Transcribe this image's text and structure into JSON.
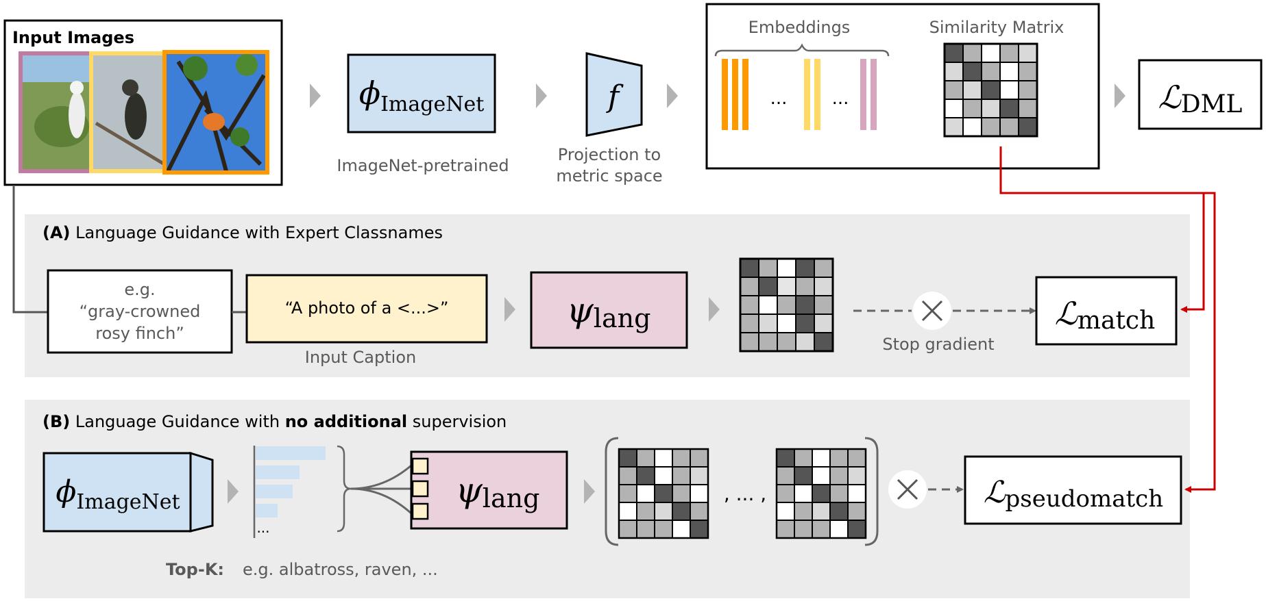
{
  "input_images": {
    "title": "Input Images"
  },
  "top": {
    "phi": {
      "symbol": "ϕ",
      "sub": "ImageNet",
      "caption": "ImageNet-pretrained"
    },
    "f": {
      "symbol": "f",
      "caption_line1": "Projection to",
      "caption_line2": "metric space"
    },
    "embeddings_label": "Embeddings",
    "ellipsis1": "...",
    "ellipsis2": "...",
    "similarity_label": "Similarity Matrix",
    "loss": {
      "script": "ℒ",
      "sub": "DML"
    }
  },
  "section_a": {
    "label_bold": "(A)",
    "label_text": " Language Guidance with Expert Classnames",
    "example_line1": "e.g.",
    "example_line2": "“gray-crowned",
    "example_line3": "rosy finch”",
    "caption_text": "“A photo of a <...>”",
    "caption_label": "Input Caption",
    "psi": {
      "symbol": "ψ",
      "sub": "lang"
    },
    "stop_label": "Stop gradient",
    "loss": {
      "script": "ℒ",
      "sub": "match"
    }
  },
  "section_b": {
    "label_bold1": "(B)",
    "label_text1": " Language Guidance with ",
    "label_bold2": "no additional",
    "label_text2": " supervision",
    "phi": {
      "symbol": "ϕ",
      "sub": "ImageNet"
    },
    "bars_ellipsis": "...",
    "topk_bold": "Top-K:",
    "topk_text": "e.g. albatross, raven, ...",
    "psi": {
      "symbol": "ψ",
      "sub": "lang"
    },
    "matrix_ellipsis": ", ... ,",
    "loss": {
      "script": "ℒ",
      "sub": "pseudomatch"
    }
  },
  "colors": {
    "phi_fill": "#cfe2f3",
    "psi_fill": "#ead1dc",
    "caption_fill": "#fff2cc",
    "panel_bg": "#ececec",
    "accent_red": "#cc0000",
    "emb_orange": "#ff9900",
    "emb_yellow": "#ffd966",
    "emb_pink": "#d5a6bd",
    "bar_blue": "#cfe2f3"
  }
}
